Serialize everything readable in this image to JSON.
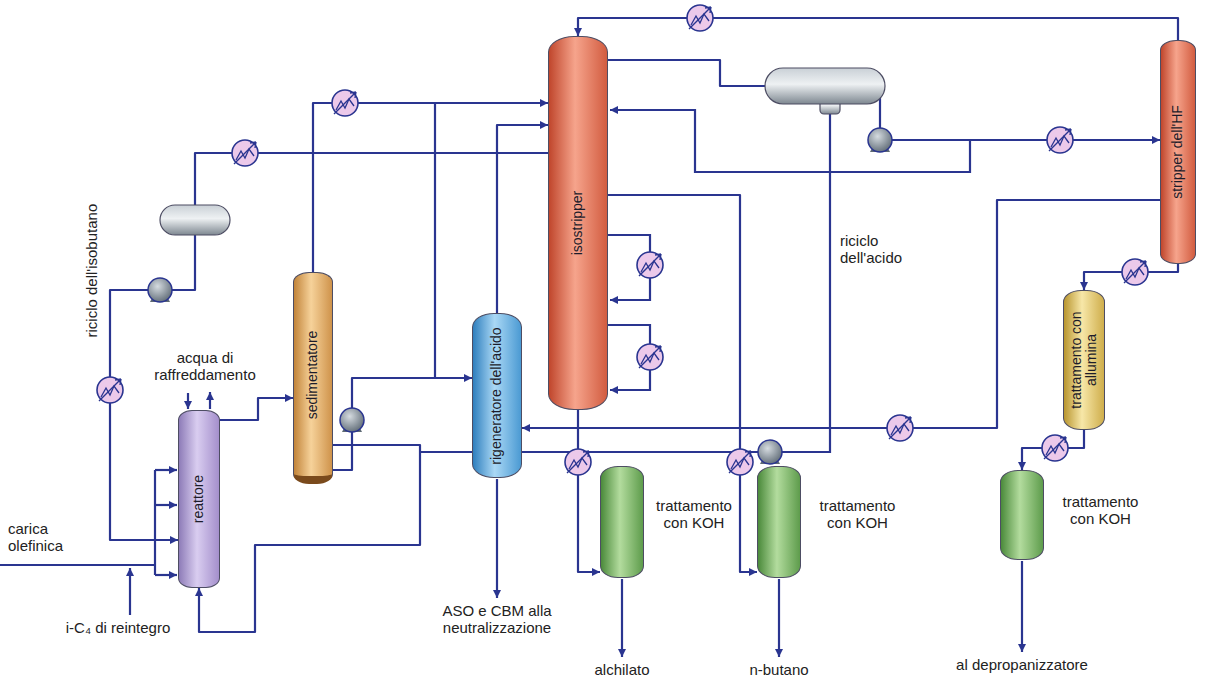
{
  "diagram": {
    "nodes": [
      {
        "text": [
          "reattore"
        ]
      },
      {
        "text": [
          "sedimentatore"
        ]
      },
      {
        "text": [
          "rigeneratore dell'acido"
        ]
      },
      {
        "text": [
          "isostripper"
        ]
      },
      {
        "text": [
          "stripper dell'HF"
        ]
      },
      {
        "text": [
          "trattamento con allumina"
        ]
      },
      {
        "text": [
          "trattamento con KOH"
        ]
      },
      {
        "text": [
          "trattamento con KOH"
        ]
      },
      {
        "text": [
          "trattamento con KOH"
        ]
      }
    ],
    "edges": [
      {
        "from": 0,
        "to": 1,
        "arrow": "to"
      },
      {
        "from": 1,
        "to": 3,
        "arrow": "to"
      },
      {
        "from": 1,
        "to": 2,
        "arrow": "to"
      },
      {
        "from": 1,
        "to": 0,
        "arrow": "to"
      },
      {
        "from": 3,
        "to": 0,
        "arrow": "to"
      },
      {
        "from": 3,
        "to": 4,
        "arrow": "to"
      },
      {
        "from": 4,
        "to": 3,
        "arrow": "to"
      },
      {
        "from": 4,
        "to": 2,
        "arrow": "to"
      },
      {
        "from": 4,
        "to": 5,
        "arrow": "to"
      },
      {
        "from": 5,
        "to": 8,
        "arrow": "to"
      },
      {
        "from": 3,
        "to": 6,
        "arrow": "to"
      },
      {
        "from": 3,
        "to": 7,
        "arrow": "to"
      },
      {
        "from": 2,
        "to": 3,
        "arrow": "to"
      }
    ],
    "labels": [
      "riciclo dell'isobutano",
      "acqua di raffreddamento",
      "carica olefinica",
      "i-C₄ di reintegro",
      "ASO e CBM alla neutralizzazione",
      "riciclo dell'acido",
      "alchilato",
      "n-butano",
      "al depropanizzatore"
    ]
  }
}
